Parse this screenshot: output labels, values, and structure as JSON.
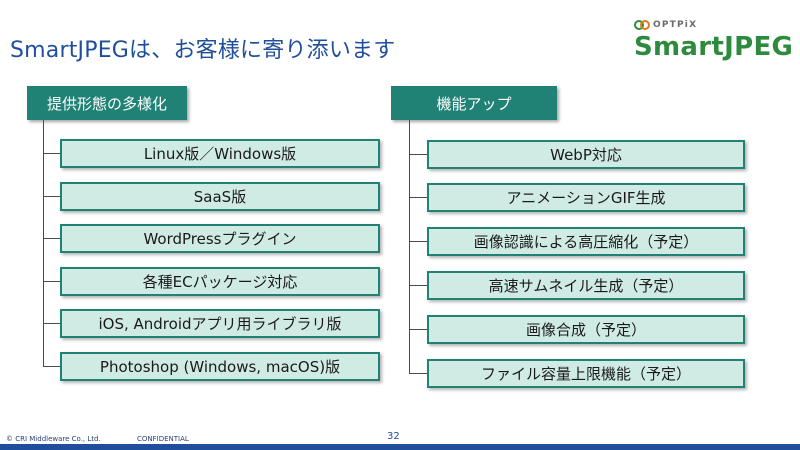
{
  "slide": {
    "title": "SmartJPEGは、お客様に寄り添います",
    "page_number": "32",
    "footer_copyright": "© CRI Middleware Co., Ltd.",
    "footer_confidential": "CONFIDENTIAL"
  },
  "logo": {
    "small_text": "OPTPiX",
    "main_text": "SmartJPEG"
  },
  "colors": {
    "title": "#1f4e9c",
    "header_fill": "#1f8275",
    "item_fill": "#d0ebe4",
    "item_border": "#1f8275",
    "logo_green": "#2e8b3e"
  },
  "left_column": {
    "header": "提供形態の多様化",
    "items": [
      "Linux版／Windows版",
      "SaaS版",
      "WordPressプラグイン",
      "各種ECパッケージ対応",
      "iOS, Androidアプリ用ライブラリ版",
      "Photoshop (Windows, macOS)版"
    ]
  },
  "right_column": {
    "header": "機能アップ",
    "items": [
      "WebP対応",
      "アニメーションGIF生成",
      "画像認識による高圧縮化（予定）",
      "高速サムネイル生成（予定）",
      "画像合成（予定）",
      "ファイル容量上限機能（予定）"
    ]
  }
}
